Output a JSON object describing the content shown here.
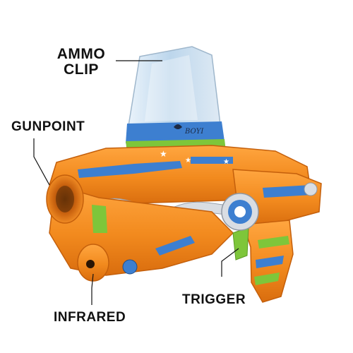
{
  "labels": {
    "ammo_line1": "AMMO",
    "ammo_line2": "CLIP",
    "gunpoint": "GUNPOINT",
    "trigger": "TRIGGER",
    "infrared": "INFRARED"
  },
  "brand_text": "BOYI",
  "colors": {
    "body_orange": "#f28a1e",
    "body_orange_dark": "#d96d0e",
    "accent_blue": "#3d7fd0",
    "accent_green": "#7ec63a",
    "accent_silver": "#d9dde3",
    "clip_clear": "#cfe3f2"
  }
}
